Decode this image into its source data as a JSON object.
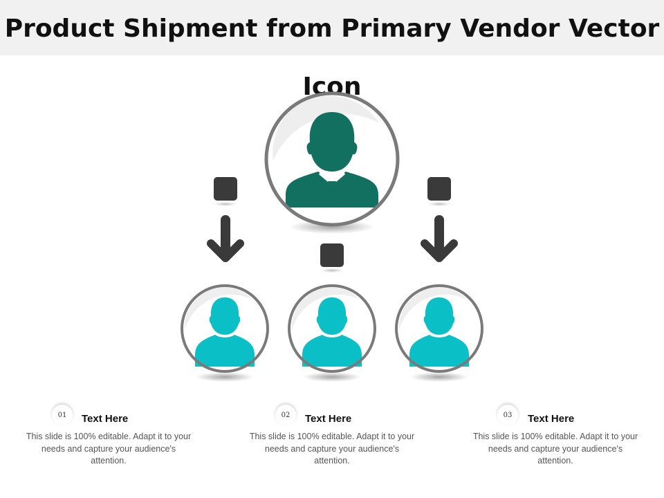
{
  "title": "Product Shipment from Primary Vendor Vector Icon",
  "colors": {
    "title_bg": "#f1f1f1",
    "vendor_icon": "#11705f",
    "recipient_icon": "#0abfc5",
    "ring": "#7a7a7a",
    "connector": "#3a3a3a"
  },
  "icons": {
    "vendor": "businessman-icon",
    "recipient": "person-icon",
    "connector": "square-icon",
    "arrow": "arrow-down-icon"
  },
  "items": [
    {
      "number": "01",
      "heading": "Text Here",
      "text": "This slide is 100% editable. Adapt it to your needs and capture your audience's attention."
    },
    {
      "number": "02",
      "heading": "Text Here",
      "text": "This slide is 100% editable. Adapt it to your needs and capture your audience's attention."
    },
    {
      "number": "03",
      "heading": "Text Here",
      "text": "This slide is 100% editable. Adapt it to your needs and capture your audience's attention."
    }
  ]
}
